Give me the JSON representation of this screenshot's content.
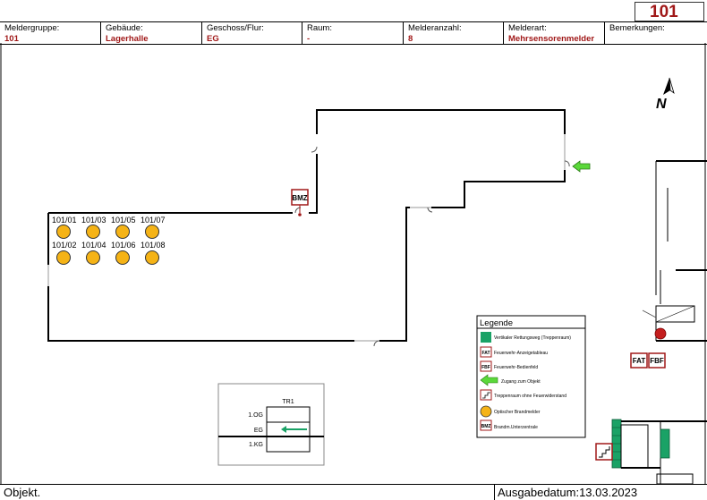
{
  "header": {
    "number": "101",
    "fields": [
      {
        "label": "Meldergruppe:",
        "value": "101"
      },
      {
        "label": "Gebäude:",
        "value": "Lagerhalle"
      },
      {
        "label": "Geschoss/Flur:",
        "value": "EG"
      },
      {
        "label": "Raum:",
        "value": "-"
      },
      {
        "label": "Melderanzahl:",
        "value": "8"
      },
      {
        "label": "Melderart:",
        "value": "Mehrsensorenmelder"
      },
      {
        "label": "Bemerkungen:",
        "value": ""
      }
    ]
  },
  "plan": {
    "north": "N",
    "bmz": "BMZ",
    "fat": "FAT",
    "fbf": "FBF",
    "detectors": [
      "101/01",
      "101/02",
      "101/03",
      "101/04",
      "101/05",
      "101/06",
      "101/07",
      "101/08"
    ],
    "colors": {
      "detector": "#f5b316",
      "arrow": "#5bd83a",
      "escape": "#1aa266",
      "accent": "#a01818"
    }
  },
  "legend": {
    "title": "Legende",
    "items": [
      "Vertikaler Rettungsweg (Treppenraum)",
      "Feuerwehr-Anzeigetableau",
      "Feuerwehr-Bedienfeld",
      "Zugang zum Objekt",
      "Treppenraum ohne Feuerwiderstand",
      "Optischer Brandmelder",
      "Brandm.Unterzentrale"
    ]
  },
  "floors": {
    "title": "TR1",
    "levels": [
      "1.OG",
      "EG",
      "1.KG"
    ]
  },
  "footer": {
    "left": "Objekt.",
    "right": "Ausgabedatum:13.03.2023"
  }
}
